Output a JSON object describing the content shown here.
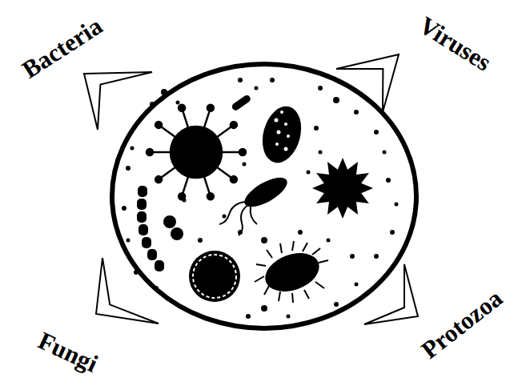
{
  "diagram": {
    "labels": [
      "Bacteria",
      "Viruses",
      "Fungi",
      "Protozoa"
    ]
  }
}
